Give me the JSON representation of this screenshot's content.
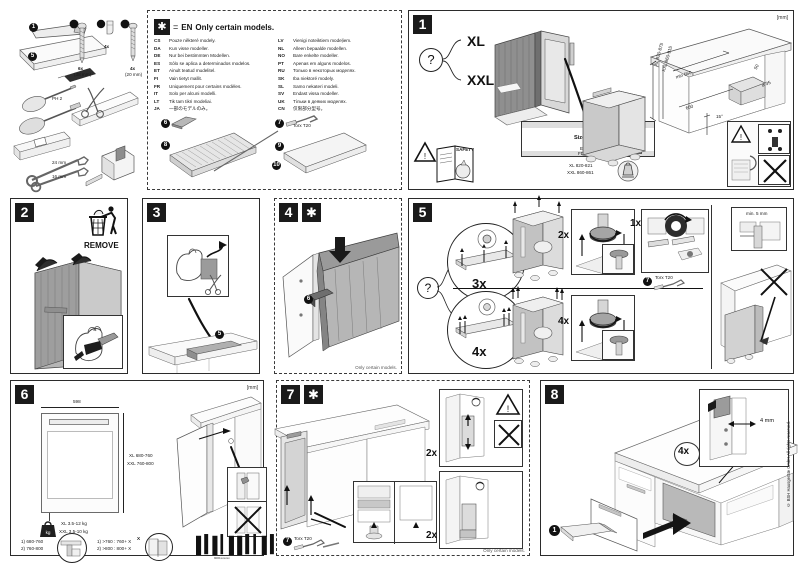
{
  "document": {
    "type": "appliance-installation-instructions",
    "unit_tag": "[mm]",
    "barcode_caption": "9001xxxxxx"
  },
  "legend": {
    "symbol": "✱",
    "equals": "=",
    "en_code": "EN",
    "en_text": "Only certain models.",
    "entries_left": [
      {
        "code": "CS",
        "text": "Pouze některé modely."
      },
      {
        "code": "DA",
        "text": "Kun visse modeller."
      },
      {
        "code": "DE",
        "text": "Nur bei bestimmten Modellen."
      },
      {
        "code": "ES",
        "text": "Sólo se aplica a determinados modelos."
      },
      {
        "code": "ET",
        "text": "Ainult teatud mudelitel."
      },
      {
        "code": "FI",
        "text": "Vain tietyt mallit."
      },
      {
        "code": "FR",
        "text": "Uniquement pour certains modèles."
      },
      {
        "code": "IT",
        "text": "Solo per alcuni modelli."
      },
      {
        "code": "LT",
        "text": "Tik tam tikri modeliai."
      },
      {
        "code": "JA",
        "text": "一部のモデルのみ。"
      }
    ],
    "entries_right": [
      {
        "code": "LV",
        "text": "Vienigi noteiktiem modeļiem."
      },
      {
        "code": "NL",
        "text": "Alleen bepaalde modellen."
      },
      {
        "code": "NO",
        "text": "Bare enkelte modeller."
      },
      {
        "code": "PT",
        "text": "Apenas em alguns modelos."
      },
      {
        "code": "RU",
        "text": "Только в некоторых моделях."
      },
      {
        "code": "SK",
        "text": "Iba niektoré modely."
      },
      {
        "code": "SL",
        "text": "Samo nekateri modeli."
      },
      {
        "code": "SV",
        "text": "Endast vissa modeller."
      },
      {
        "code": "UK",
        "text": "Тільки в деяких моделях."
      },
      {
        "code": "CN",
        "text": "仅限部分型号。"
      }
    ]
  },
  "parts": {
    "items": [
      {
        "num": "1",
        "label": ""
      },
      {
        "num": "2",
        "label": "6x",
        "size": "(38 mm)"
      },
      {
        "num": "3",
        "label": "4x",
        "size": ""
      },
      {
        "num": "4",
        "label": "4x",
        "size": "(20 mm)"
      },
      {
        "num": "5",
        "label": ""
      },
      {
        "num": "6",
        "label": ""
      },
      {
        "num": "7",
        "label": "Torx T20"
      },
      {
        "num": "8",
        "label": ""
      },
      {
        "num": "9",
        "label": ""
      },
      {
        "num": "10",
        "label": ""
      }
    ]
  },
  "tools": {
    "screwdriver_ph": "PH 2",
    "wrench_large": "24 mm",
    "wrench_small": "16 mm"
  },
  "step1": {
    "number": "1",
    "question": "?",
    "option_a": "XL",
    "option_b": "XXL",
    "rating_plate_label": "Size:",
    "rating_plate_value": "XL / XXL",
    "rating_plate_row1": "E-Nr.",
    "rating_plate_row2": "FD-Nr.",
    "safety_label": "SAFETY",
    "height_xl": "XL  820-821",
    "height_xxl": "XXL  860-861",
    "dim_niche_xl": "XL  820-875",
    "dim_niche_xxl": "XXL  860-915",
    "dim_depth": "min 560",
    "dim_width": "600",
    "dim_angle": "15°",
    "dim_small": "50",
    "dim_dia": "⌀ 35",
    "unit": "[mm]"
  },
  "step2": {
    "number": "2",
    "remove_label": "REMOVE"
  },
  "step3": {
    "number": "3",
    "part_ref": "5"
  },
  "step4": {
    "number": "4",
    "star": "✱",
    "footnote": "Only certain models.",
    "part_ref": "6"
  },
  "step5": {
    "number": "5",
    "question": "?",
    "variant_a_count": "3x",
    "variant_b_count": "4x",
    "screw_a_count": "2x",
    "screw_b_count": "4x",
    "tool_count": "1x",
    "torx_label": "Torx T20",
    "part_ref": "7",
    "clearance": "min. 5 mm"
  },
  "step6": {
    "number": "6",
    "unit": "[mm]",
    "width": "598",
    "height_xl": "XL  680-760",
    "height_xl_note": "1)",
    "height_xxl": "XXL  760-800",
    "height_xxl_note": "2)",
    "weight_xl": "XL  3.5-12 kg",
    "weight_xxl": "XXL  3.5-10 kg",
    "kg_icon": "kg",
    "note_left_1": "1) 680-760",
    "note_left_2": "2) 760-800",
    "note_right_1": "1) >760 :  760+ X",
    "note_right_2": "2) >800 :  800+ X",
    "note_x": "X"
  },
  "step7": {
    "number": "7",
    "star": "✱",
    "count_top": "2x",
    "count_bottom": "2x",
    "torx_label": "Torx T20",
    "part_ref": "7",
    "footnote": "Only certain models."
  },
  "step8": {
    "number": "8",
    "count": "4x",
    "gap": "4 mm",
    "part_ref": "1",
    "copyright": "© BSH Hausgeräte GmbH  All rights reserved."
  },
  "colors": {
    "ink": "#1a1a1a",
    "panel_border": "#2b2b2b",
    "fill_light": "#f2f2f2",
    "fill_mid": "#cfcfcf",
    "fill_dark": "#7d7d7d"
  }
}
